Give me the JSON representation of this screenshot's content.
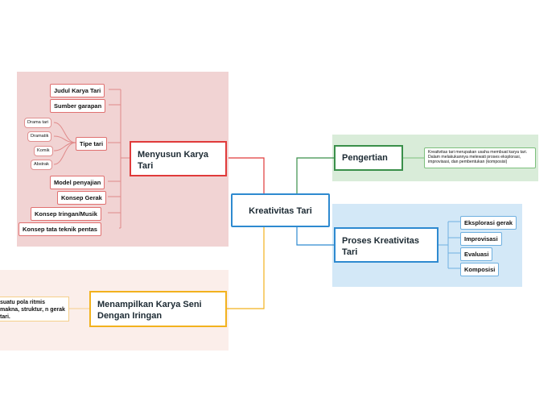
{
  "colors": {
    "red": "#e03a3a",
    "green": "#3a8f4a",
    "blue": "#2e8ad0",
    "orange": "#f2b21e",
    "red_bg": "#f1d3d3",
    "green_bg": "#d9ecd9",
    "blue_bg": "#d3e8f7",
    "orange_bg": "#fbeeea"
  },
  "central": {
    "label": "Kreativitas Tari"
  },
  "menyusun": {
    "label": "Menyusun Karya Tari",
    "children": [
      "Judul Karya Tari",
      "Sumber garapan",
      "Tipe tari",
      "Model penyajian",
      "Konsep Gerak",
      "Konsep Iringan/Musik",
      "Konsep tata teknik pentas"
    ],
    "tipe_children": [
      "Drama tari",
      "Dramatik",
      "Komik",
      "Abstrak"
    ]
  },
  "pengertian": {
    "label": "Pengertian",
    "note": "Kreativitas tari merupakan usaha membuat karya tari. Dalam melakukannya melewati proses eksplorasi, improvisasi, dan pembentukan (komposisi)"
  },
  "proses": {
    "label": "Proses Kreativitas Tari",
    "children": [
      "Eksplorasi gerak",
      "Improvisasi",
      "Evaluasi",
      "Komposisi"
    ]
  },
  "menampilkan": {
    "label": "Menampilkan Karya Seni Dengan Iringan",
    "note": "suatu pola ritmis makna, struktur, n gerak tari."
  }
}
